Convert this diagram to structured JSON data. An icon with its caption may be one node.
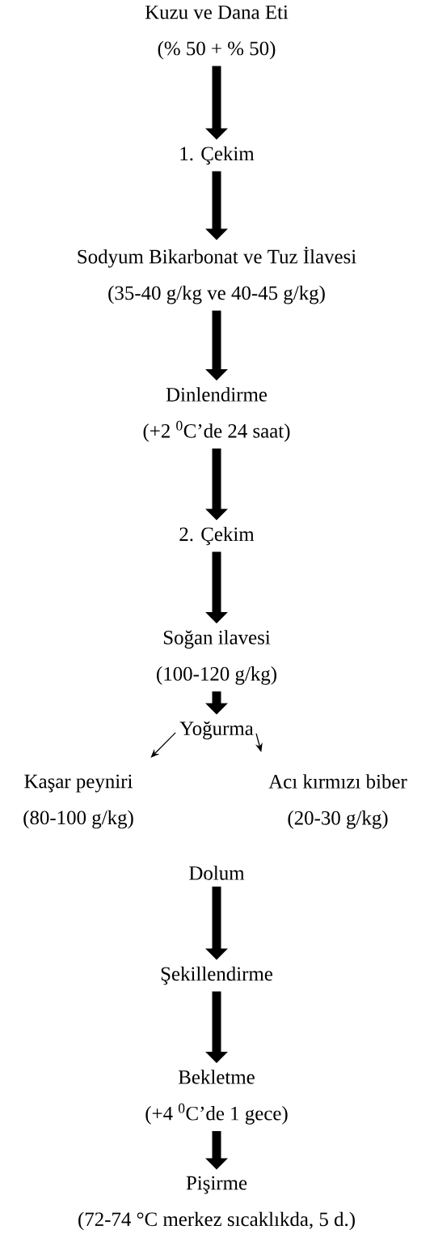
{
  "diagram": {
    "nodes": [
      {
        "text": [
          "Kuzu ve Dana Eti",
          "(% 50 + % 50)"
        ]
      },
      {
        "text": [
          "1. Çekim"
        ]
      },
      {
        "text": [
          "Sodyum Bikarbonat ve Tuz İlavesi",
          "(35-40 g/kg ve 40-45 g/kg)"
        ]
      },
      {
        "text": [
          "Dinlendirme",
          "(+2 $^{0}$C’de 24 saat)"
        ]
      },
      {
        "text": [
          "2. Çekim"
        ]
      },
      {
        "text": [
          "Soğan ilavesi",
          "(100-120 g/kg)"
        ]
      },
      {
        "text": [
          "Yoğurma"
        ]
      },
      {
        "text": [
          "Kaşar peyniri",
          "(80-100 g/kg)"
        ]
      },
      {
        "text": [
          "Acı kırmızı biber",
          "(20-30 g/kg)"
        ]
      },
      {
        "text": [
          "Dolum"
        ]
      },
      {
        "text": [
          "Şekillendirme"
        ]
      },
      {
        "text": [
          "Bekletme",
          "(+4 $^{0}$C’de 1 gece)"
        ]
      },
      {
        "text": [
          "Pişirme",
          "(72-74 °C merkez sıcaklıkda, 5 d.)"
        ]
      }
    ],
    "edges": [
      {
        "from": 0,
        "to": 1,
        "arrow": "to"
      },
      {
        "from": 1,
        "to": 2,
        "arrow": "to"
      },
      {
        "from": 2,
        "to": 3,
        "arrow": "to"
      },
      {
        "from": 3,
        "to": 4,
        "arrow": "to"
      },
      {
        "from": 4,
        "to": 5,
        "arrow": "to"
      },
      {
        "from": 5,
        "to": 6,
        "arrow": "to"
      },
      {
        "from": 6,
        "to": 7,
        "arrow": "to"
      },
      {
        "from": 6,
        "to": 8,
        "arrow": "to"
      },
      {
        "from": 9,
        "to": 10,
        "arrow": "to"
      },
      {
        "from": 10,
        "to": 11,
        "arrow": "to"
      },
      {
        "from": 11,
        "to": 12,
        "arrow": "to"
      }
    ]
  }
}
